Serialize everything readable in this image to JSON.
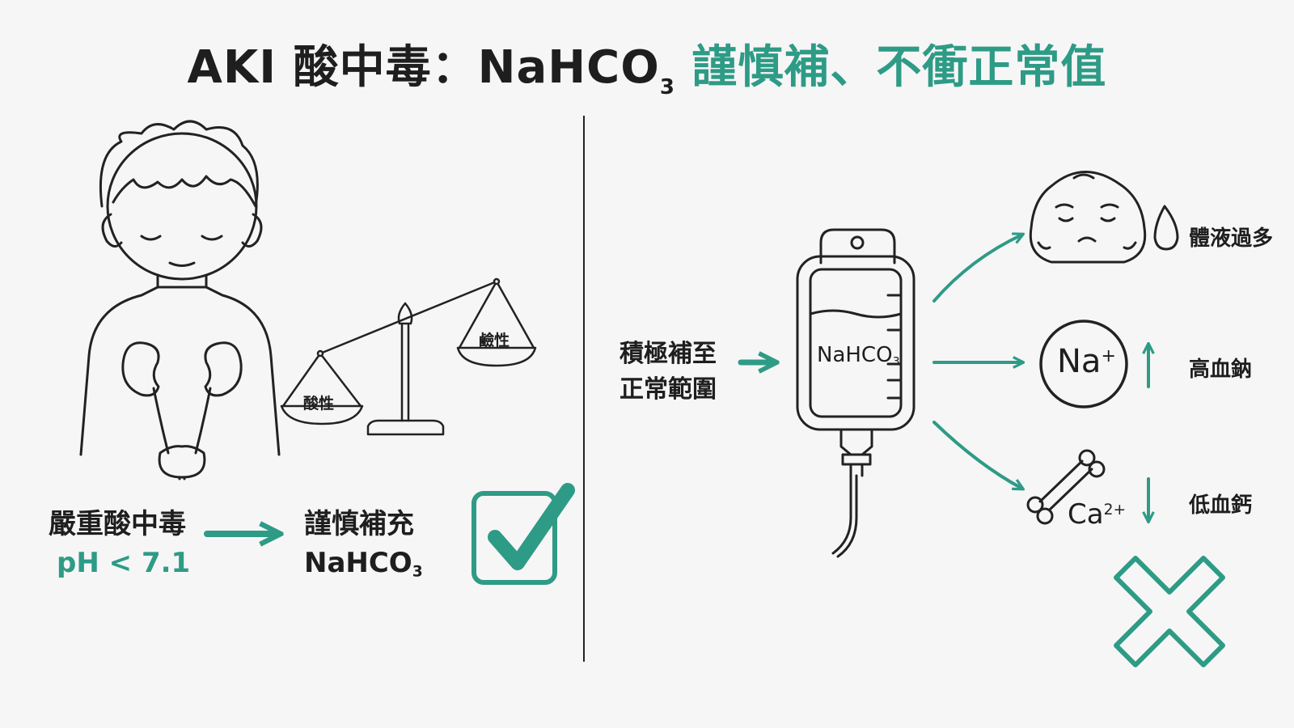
{
  "title": {
    "part1": "AKI 酸中毒：NaHCO",
    "part1_sub": "3",
    "part2": " 謹慎補、不衝正常值"
  },
  "left": {
    "scale_acid": "酸性",
    "scale_base": "鹼性",
    "condition_line1": "嚴重酸中毒",
    "condition_line2": "pH < 7.1",
    "action_line1": "謹慎補充",
    "action_line2": "NaHCO",
    "action_line2_sub": "3",
    "verdict_icon": "check-icon"
  },
  "right": {
    "strategy_line1": "積極補至",
    "strategy_line2": "正常範圍",
    "bag_label": "NaHCO",
    "bag_label_sub": "3",
    "effects": [
      {
        "icon": "swollen-face-icon",
        "label": "體液過多"
      },
      {
        "symbol": "Na",
        "charge": "+",
        "direction": "↑",
        "label": "高血鈉"
      },
      {
        "symbol": "Ca",
        "charge": "2+",
        "direction": "↓",
        "label": "低血鈣"
      }
    ],
    "verdict_icon": "cross-icon"
  },
  "colors": {
    "accent": "#2e9b86",
    "ink": "#1e1e1e",
    "background": "#f6f6f6"
  }
}
